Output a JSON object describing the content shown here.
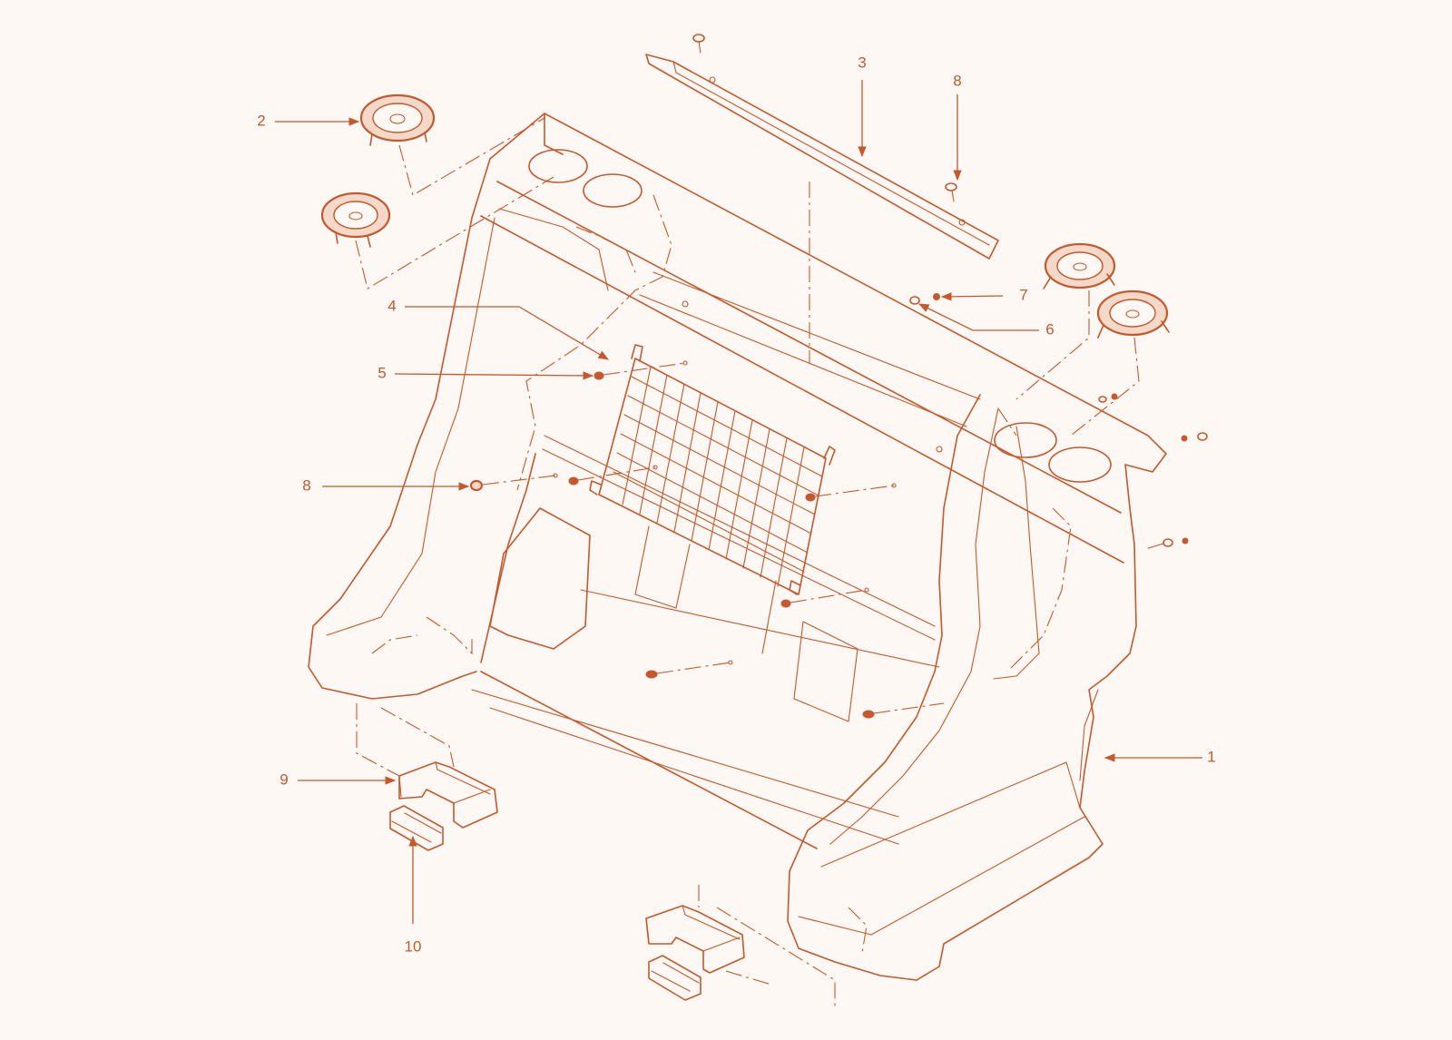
{
  "colors": {
    "line": "#c4582f",
    "background": "#fdf8f3"
  },
  "callouts": [
    {
      "id": "c1",
      "label": "1"
    },
    {
      "id": "c2",
      "label": "2"
    },
    {
      "id": "c3",
      "label": "3"
    },
    {
      "id": "c4",
      "label": "4"
    },
    {
      "id": "c5",
      "label": "5"
    },
    {
      "id": "c6",
      "label": "6"
    },
    {
      "id": "c7",
      "label": "7"
    },
    {
      "id": "c8a",
      "label": "8"
    },
    {
      "id": "c8b",
      "label": "8"
    },
    {
      "id": "c9",
      "label": "9"
    },
    {
      "id": "c10",
      "label": "10"
    }
  ]
}
